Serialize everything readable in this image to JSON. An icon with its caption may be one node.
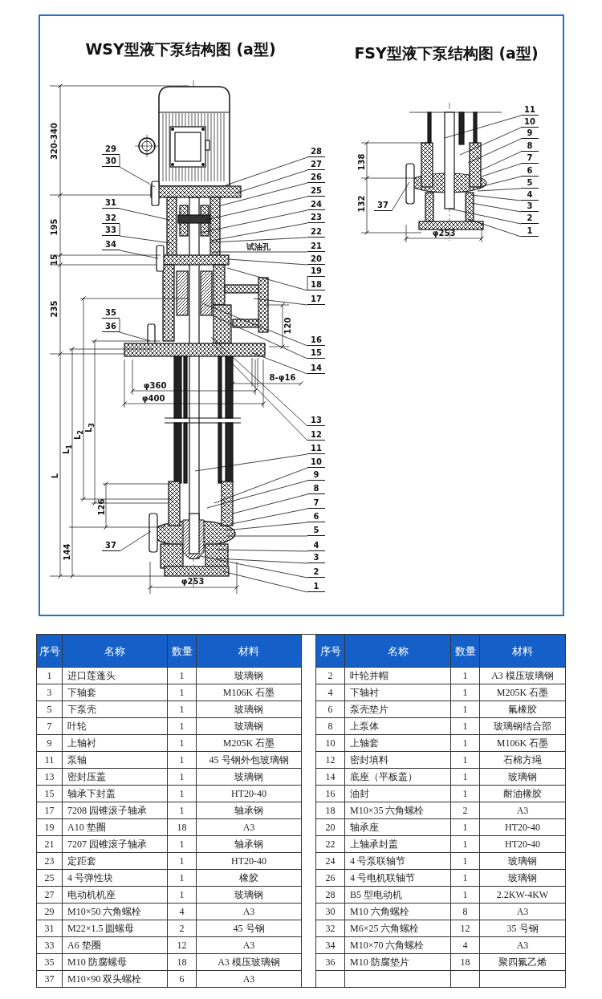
{
  "diagram": {
    "nodes": [
      {
        "text": [
          "29"
        ]
      },
      {
        "text": [
          "30"
        ]
      },
      {
        "text": [
          "31"
        ]
      },
      {
        "text": [
          "32"
        ]
      },
      {
        "text": [
          "33"
        ]
      },
      {
        "text": [
          "34"
        ]
      },
      {
        "text": [
          "35"
        ]
      },
      {
        "text": [
          "36"
        ]
      },
      {
        "text": [
          "37"
        ]
      },
      {
        "text": [
          "28"
        ]
      },
      {
        "text": [
          "27"
        ]
      },
      {
        "text": [
          "26"
        ]
      },
      {
        "text": [
          "25"
        ]
      },
      {
        "text": [
          "24"
        ]
      },
      {
        "text": [
          "23"
        ]
      },
      {
        "text": [
          "22"
        ]
      },
      {
        "text": [
          "21"
        ]
      },
      {
        "text": [
          "20"
        ]
      },
      {
        "text": [
          "19"
        ]
      },
      {
        "text": [
          "18"
        ]
      },
      {
        "text": [
          "17"
        ]
      },
      {
        "text": [
          "16"
        ]
      },
      {
        "text": [
          "15"
        ]
      },
      {
        "text": [
          "14"
        ]
      },
      {
        "text": [
          "13"
        ]
      },
      {
        "text": [
          "12"
        ]
      },
      {
        "text": [
          "11"
        ]
      },
      {
        "text": [
          "10"
        ]
      },
      {
        "text": [
          "9"
        ]
      },
      {
        "text": [
          "8"
        ]
      },
      {
        "text": [
          "7"
        ]
      },
      {
        "text": [
          "6"
        ]
      },
      {
        "text": [
          "5"
        ]
      },
      {
        "text": [
          "4"
        ]
      },
      {
        "text": [
          "3"
        ]
      },
      {
        "text": [
          "2"
        ]
      },
      {
        "text": [
          "1"
        ]
      },
      {
        "text": [
          "11"
        ]
      },
      {
        "text": [
          "10"
        ]
      },
      {
        "text": [
          "9"
        ]
      },
      {
        "text": [
          "8"
        ]
      },
      {
        "text": [
          "7"
        ]
      },
      {
        "text": [
          "6"
        ]
      },
      {
        "text": [
          "5"
        ]
      },
      {
        "text": [
          "4"
        ]
      },
      {
        "text": [
          "3"
        ]
      },
      {
        "text": [
          "2"
        ]
      },
      {
        "text": [
          "1"
        ]
      },
      {
        "text": [
          "37"
        ]
      }
    ],
    "edges": [
      {
        "from": 0,
        "to": 1,
        "arrow": "none"
      },
      {
        "from": 1,
        "to": null,
        "arrow": "none"
      },
      {
        "from": 2,
        "to": null,
        "arrow": "none"
      },
      {
        "from": 3,
        "to": 4,
        "arrow": "none"
      },
      {
        "from": 4,
        "to": null,
        "arrow": "none"
      },
      {
        "from": 5,
        "to": null,
        "arrow": "none"
      },
      {
        "from": 6,
        "to": 7,
        "arrow": "none"
      },
      {
        "from": 7,
        "to": null,
        "arrow": "none"
      },
      {
        "from": 8,
        "to": null,
        "arrow": "none"
      },
      {
        "from": 9,
        "to": null,
        "arrow": "none"
      },
      {
        "from": 10,
        "to": null,
        "arrow": "none"
      },
      {
        "from": 11,
        "to": null,
        "arrow": "none"
      },
      {
        "from": 12,
        "to": null,
        "arrow": "none"
      },
      {
        "from": 13,
        "to": null,
        "arrow": "none"
      },
      {
        "from": 14,
        "to": null,
        "arrow": "none"
      },
      {
        "from": 15,
        "to": null,
        "arrow": "none"
      },
      {
        "from": 16,
        "to": null,
        "arrow": "none"
      },
      {
        "from": 17,
        "to": null,
        "arrow": "none"
      },
      {
        "from": 18,
        "to": 19,
        "arrow": "none"
      },
      {
        "from": 19,
        "to": null,
        "arrow": "none"
      },
      {
        "from": 20,
        "to": null,
        "arrow": "none"
      },
      {
        "from": 21,
        "to": null,
        "arrow": "none"
      },
      {
        "from": 22,
        "to": null,
        "arrow": "none"
      },
      {
        "from": 23,
        "to": null,
        "arrow": "none"
      },
      {
        "from": 24,
        "to": null,
        "arrow": "none"
      },
      {
        "from": 25,
        "to": null,
        "arrow": "none"
      },
      {
        "from": 26,
        "to": null,
        "arrow": "none"
      },
      {
        "from": 27,
        "to": null,
        "arrow": "none"
      },
      {
        "from": 28,
        "to": null,
        "arrow": "none"
      },
      {
        "from": 29,
        "to": null,
        "arrow": "none"
      },
      {
        "from": 30,
        "to": null,
        "arrow": "none"
      },
      {
        "from": 31,
        "to": null,
        "arrow": "none"
      },
      {
        "from": 32,
        "to": null,
        "arrow": "none"
      },
      {
        "from": 33,
        "to": null,
        "arrow": "none"
      },
      {
        "from": 34,
        "to": null,
        "arrow": "none"
      },
      {
        "from": 35,
        "to": null,
        "arrow": "none"
      },
      {
        "from": 36,
        "to": null,
        "arrow": "none"
      },
      {
        "from": 37,
        "to": null,
        "arrow": "none"
      },
      {
        "from": 38,
        "to": null,
        "arrow": "none"
      },
      {
        "from": 39,
        "to": null,
        "arrow": "none"
      },
      {
        "from": 40,
        "to": null,
        "arrow": "none"
      },
      {
        "from": 41,
        "to": null,
        "arrow": "none"
      },
      {
        "from": 42,
        "to": null,
        "arrow": "none"
      },
      {
        "from": 43,
        "to": null,
        "arrow": "none"
      },
      {
        "from": 44,
        "to": null,
        "arrow": "none"
      },
      {
        "from": 45,
        "to": null,
        "arrow": "none"
      },
      {
        "from": 46,
        "to": null,
        "arrow": "none"
      },
      {
        "from": 47,
        "to": null,
        "arrow": "none"
      },
      {
        "from": 48,
        "to": null,
        "arrow": "none"
      }
    ],
    "labels": [
      "WSY型液下泵结构图 (a型)",
      "FSY型液下泵结构图 (a型)",
      "试油孔",
      "320-340",
      "195",
      "15",
      "235",
      "120",
      "8-φ16",
      "φ360",
      "φ400",
      "L",
      "L$_{1}$",
      "L$_{2}$",
      "L$_{3}$",
      "126",
      "144",
      "φ253",
      "138",
      "132",
      "φ253",
      "序号",
      "名称",
      "数量",
      "材料",
      "1",
      "进口莲蓬头",
      "1",
      "玻璃钢",
      "3",
      "下轴套",
      "1",
      "M106K 石墨",
      "5",
      "下泵壳",
      "1",
      "玻璃钢",
      "7",
      "叶轮",
      "1",
      "玻璃钢",
      "9",
      "上轴衬",
      "1",
      "M205K 石墨",
      "11",
      "泵轴",
      "1",
      "45 号钢外包玻璃钢",
      "13",
      "密封压盖",
      "1",
      "玻璃钢",
      "15",
      "轴承下封盖",
      "1",
      "HT20-40",
      "17",
      "7208 园锥滚子轴承",
      "1",
      "轴承钢",
      "19",
      "A10 垫圈",
      "18",
      "A3",
      "21",
      "7207 园锥滚子轴承",
      "1",
      "轴承钢",
      "23",
      "定距套",
      "1",
      "HT20-40",
      "25",
      "4 号弹性块",
      "1",
      "橡胶",
      "27",
      "电动机机座",
      "1",
      "玻璃钢",
      "29",
      "M10×50 六角螺栓",
      "4",
      "A3",
      "31",
      "M22×1.5 圆螺母",
      "2",
      "45 号钢",
      "33",
      "A6 垫圈",
      "12",
      "A3",
      "35",
      "M10 防腐螺母",
      "18",
      "A3 模压玻璃钢",
      "37",
      "M10×90 双头螺栓",
      "6",
      "A3",
      "序号",
      "名称",
      "数量",
      "材料",
      "2",
      "叶轮并帽",
      "1",
      "A3 模压玻璃钢",
      "4",
      "下轴衬",
      "1",
      "M205K 石墨",
      "6",
      "泵壳垫片",
      "1",
      "氟橡胶",
      "8",
      "上泵体",
      "1",
      "玻璃钢结合部",
      "10",
      "上轴套",
      "1",
      "M106K 石墨",
      "12",
      "密封填料",
      "1",
      "石棉方绳",
      "14",
      "底座（平板盖）",
      "1",
      "玻璃钢",
      "16",
      "油封",
      "1",
      "耐油橡胶",
      "18",
      "M10×35 六角螺栓",
      "2",
      "A3",
      "20",
      "轴承座",
      "1",
      "HT20-40",
      "22",
      "上轴承封盖",
      "1",
      "HT20-40",
      "24",
      "4 号泵联轴节",
      "1",
      "玻璃钢",
      "26",
      "4 号电机联轴节",
      "1",
      "玻璃钢",
      "28",
      "B5 型电动机",
      "1",
      "2.2KW-4KW",
      "30",
      "M10 六角螺栓",
      "8",
      "A3",
      "32",
      "M6×25 六角螺栓",
      "12",
      "35 号钢",
      "34",
      "M10×70 六角螺栓",
      "4",
      "A3",
      "36",
      "M10 防腐垫片",
      "18",
      "聚四氟乙烯"
    ]
  }
}
